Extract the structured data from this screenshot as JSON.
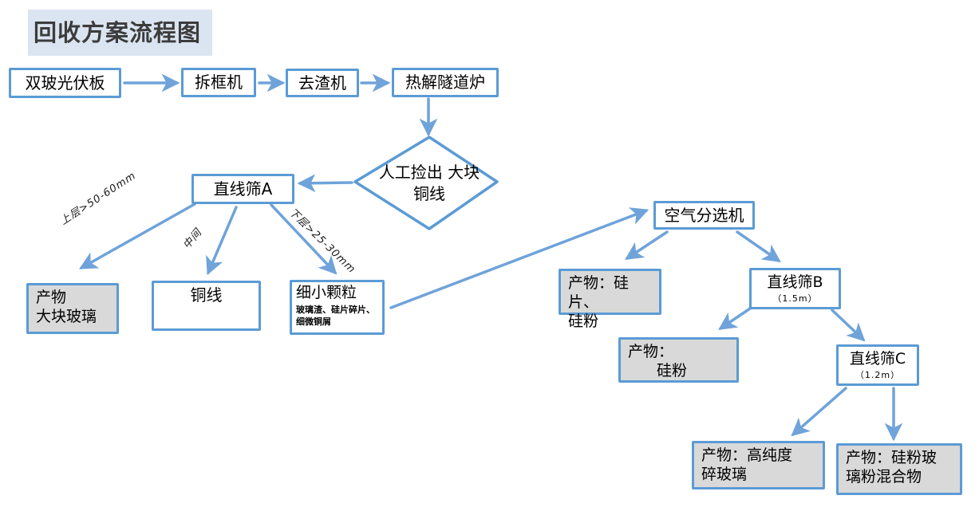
{
  "title": "回收方案流程图",
  "nodes": {
    "dual_glass_panel": {
      "label": "双玻光伏板"
    },
    "frame_removal_machine": {
      "label": "拆框机"
    },
    "slag_removal_machine": {
      "label": "去渣机"
    },
    "pyrolysis_tunnel_furnace": {
      "label": "热解隧道炉"
    },
    "manual_picking": {
      "lines": [
        "人工捡出",
        "大块铜线"
      ]
    },
    "linear_screen_a": {
      "label": "直线筛A"
    },
    "product_large_glass": {
      "lines": [
        "产物",
        "大块玻璃"
      ]
    },
    "copper_wire": {
      "label": "铜线"
    },
    "fine_particles": {
      "label": "细小颗粒",
      "detail": "玻璃渣、硅片碎片、细微铜屑"
    },
    "air_separator": {
      "label": "空气分选机"
    },
    "product_wafer_powder": {
      "lines": [
        "产物：硅片、",
        "硅粉"
      ]
    },
    "linear_screen_b": {
      "label": "直线筛B",
      "size": "（1.5m）"
    },
    "product_silicon_powder": {
      "lines": [
        "产物：",
        "硅粉"
      ]
    },
    "linear_screen_c": {
      "label": "直线筛C",
      "size": "（1.2m）"
    },
    "product_high_purity_glass": {
      "lines": [
        "产物：高纯度",
        "碎玻璃"
      ]
    },
    "product_powder_mixture": {
      "lines": [
        "产物：硅粉玻",
        "璃粉混合物"
      ]
    }
  },
  "edge_labels": {
    "upper_layer": "上层>50-60mm",
    "middle": "中间",
    "lower_layer": "下层>25-30mm"
  },
  "colors": {
    "box_border": "#5b9bd5",
    "arrow": "#6fa3da",
    "gray_fill": "#d9d9d9",
    "title_bg": "#dbe5f1"
  }
}
